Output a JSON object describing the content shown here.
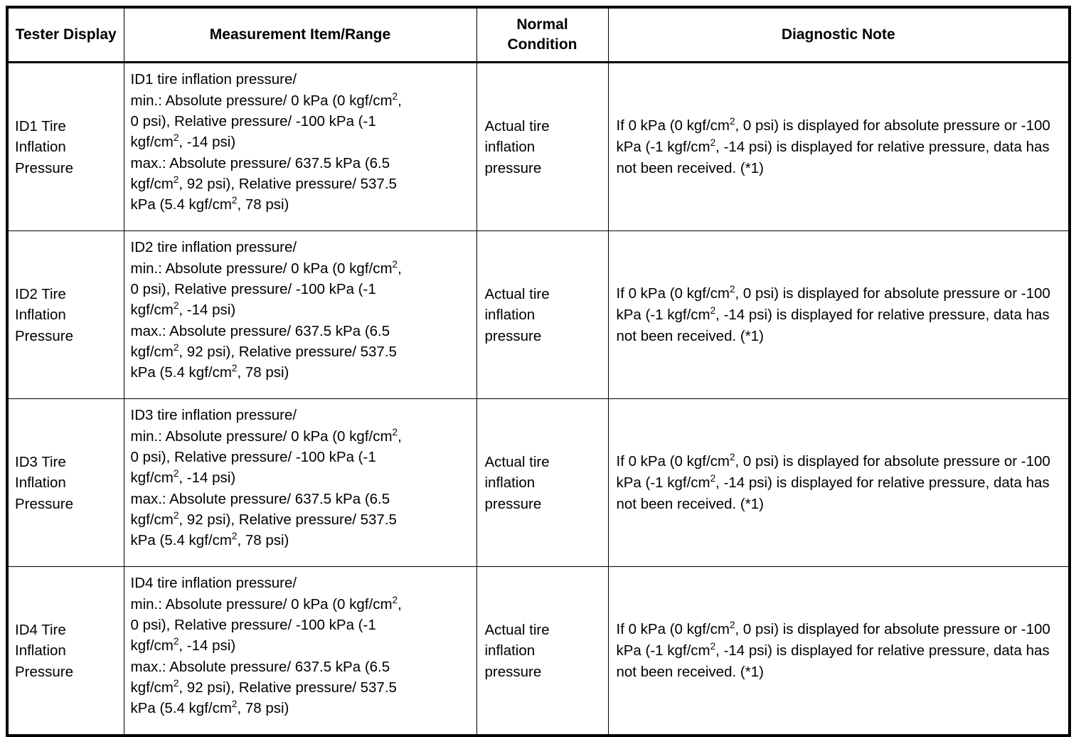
{
  "table": {
    "name": "tire-inflation-pressure-diagnostic-table",
    "columns": [
      {
        "key": "tester_display",
        "label": "Tester\nDisplay"
      },
      {
        "key": "measurement_item_range",
        "label": "Measurement Item/Range"
      },
      {
        "key": "normal_condition",
        "label": "Normal\nCondition"
      },
      {
        "key": "diagnostic_note",
        "label": "Diagnostic Note"
      }
    ],
    "rows": [
      {
        "tester_display": "ID1 Tire\nInflation\nPressure",
        "measurement_item_range_lines": [
          "ID1 tire inflation pressure/",
          "min.: Absolute pressure/ 0 kPa (0 kgf/cm²,",
          "0 psi), Relative pressure/ -100 kPa (-1",
          "kgf/cm², -14 psi)",
          "max.: Absolute pressure/ 637.5 kPa (6.5",
          "kgf/cm², 92 psi), Relative pressure/ 537.5",
          "kPa (5.4 kgf/cm², 78 psi)"
        ],
        "measurement_item_range": "ID1 tire inflation pressure/\nmin.: Absolute pressure/ 0 kPa (0 kgf/cm²,\n0 psi), Relative pressure/ -100 kPa (-1\nkgf/cm², -14 psi)\nmax.: Absolute pressure/ 637.5 kPa (6.5\nkgf/cm², 92 psi), Relative pressure/ 537.5\nkPa (5.4 kgf/cm², 78 psi)",
        "normal_condition": "Actual tire\ninflation\npressure",
        "diagnostic_note": "If 0 kPa (0 kgf/cm², 0 psi) is displayed for absolute pressure or -100 kPa (-1 kgf/cm², -14 psi) is displayed for relative pressure, data has not been received. (*1)"
      },
      {
        "tester_display": "ID2 Tire\nInflation\nPressure",
        "measurement_item_range_lines": [
          "ID2 tire inflation pressure/",
          "min.: Absolute pressure/ 0 kPa (0 kgf/cm²,",
          "0 psi), Relative pressure/ -100 kPa (-1",
          "kgf/cm², -14 psi)",
          "max.: Absolute pressure/ 637.5 kPa (6.5",
          "kgf/cm², 92 psi), Relative pressure/ 537.5",
          "kPa (5.4 kgf/cm², 78 psi)"
        ],
        "measurement_item_range": "ID2 tire inflation pressure/\nmin.: Absolute pressure/ 0 kPa (0 kgf/cm²,\n0 psi), Relative pressure/ -100 kPa (-1\nkgf/cm², -14 psi)\nmax.: Absolute pressure/ 637.5 kPa (6.5\nkgf/cm², 92 psi), Relative pressure/ 537.5\nkPa (5.4 kgf/cm², 78 psi)",
        "normal_condition": "Actual tire\ninflation\npressure",
        "diagnostic_note": "If 0 kPa (0 kgf/cm², 0 psi) is displayed for absolute pressure or -100 kPa (-1 kgf/cm², -14 psi) is displayed for relative pressure, data has not been received. (*1)"
      },
      {
        "tester_display": "ID3 Tire\nInflation\nPressure",
        "measurement_item_range_lines": [
          "ID3 tire inflation pressure/",
          "min.: Absolute pressure/ 0 kPa (0 kgf/cm²,",
          "0 psi), Relative pressure/ -100 kPa (-1",
          "kgf/cm², -14 psi)",
          "max.: Absolute pressure/ 637.5 kPa (6.5",
          "kgf/cm², 92 psi), Relative pressure/ 537.5",
          "kPa (5.4 kgf/cm², 78 psi)"
        ],
        "measurement_item_range": "ID3 tire inflation pressure/\nmin.: Absolute pressure/ 0 kPa (0 kgf/cm²,\n0 psi), Relative pressure/ -100 kPa (-1\nkgf/cm², -14 psi)\nmax.: Absolute pressure/ 637.5 kPa (6.5\nkgf/cm², 92 psi), Relative pressure/ 537.5\nkPa (5.4 kgf/cm², 78 psi)",
        "normal_condition": "Actual tire\ninflation\npressure",
        "diagnostic_note": "If 0 kPa (0 kgf/cm², 0 psi) is displayed for absolute pressure or -100 kPa (-1 kgf/cm², -14 psi) is displayed for relative pressure, data has not been received. (*1)"
      },
      {
        "tester_display": "ID4 Tire\nInflation\nPressure",
        "measurement_item_range_lines": [
          "ID4 tire inflation pressure/",
          "min.: Absolute pressure/ 0 kPa (0 kgf/cm²,",
          "0 psi), Relative pressure/ -100 kPa (-1",
          "kgf/cm², -14 psi)",
          "max.: Absolute pressure/ 637.5 kPa (6.5",
          "kgf/cm², 92 psi), Relative pressure/ 537.5",
          "kPa (5.4 kgf/cm², 78 psi)"
        ],
        "measurement_item_range": "ID4 tire inflation pressure/\nmin.: Absolute pressure/ 0 kPa (0 kgf/cm²,\n0 psi), Relative pressure/ -100 kPa (-1\nkgf/cm², -14 psi)\nmax.: Absolute pressure/ 637.5 kPa (6.5\nkgf/cm², 92 psi), Relative pressure/ 537.5\nkPa (5.4 kgf/cm², 78 psi)",
        "normal_condition": "Actual tire\ninflation\npressure",
        "diagnostic_note": "If 0 kPa (0 kgf/cm², 0 psi) is displayed for absolute pressure or -100 kPa (-1 kgf/cm², -14 psi) is displayed for relative pressure, data has not been received. (*1)"
      }
    ]
  },
  "colors": {
    "text": "#000000",
    "background": "#ffffff",
    "border": "#000000"
  }
}
